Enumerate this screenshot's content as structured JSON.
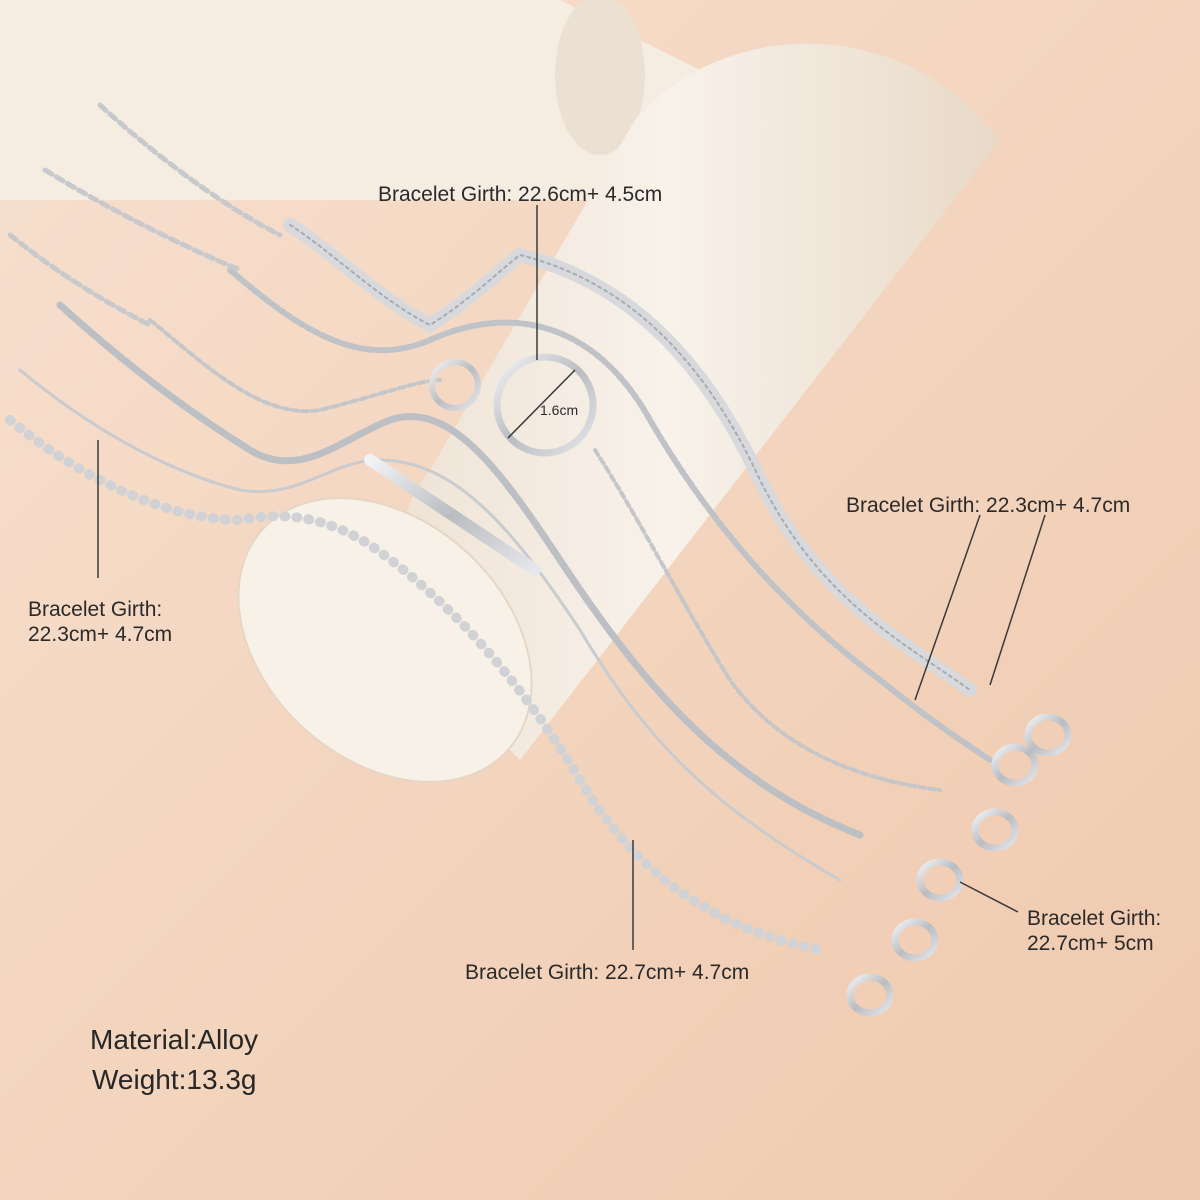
{
  "palette": {
    "background": "#f4d6c0",
    "cylinder": "#f6eee5",
    "silver": "#c7c9cc",
    "line": "#3a3a3a"
  },
  "annotations": {
    "top_girth": "Bracelet Girth: 22.6cm+ 4.5cm",
    "ring_diameter": "1.6cm",
    "right_girth": "Bracelet Girth: 22.3cm+ 4.7cm",
    "left_girth_line1": "Bracelet Girth:",
    "left_girth_line2": "22.3cm+ 4.7cm",
    "bottom_girth": "Bracelet Girth: 22.7cm+ 4.7cm",
    "lower_right_line1": "Bracelet Girth:",
    "lower_right_line2": "22.7cm+ 5cm"
  },
  "specs": {
    "material": "Material:Alloy",
    "weight": "Weight:13.3g"
  }
}
